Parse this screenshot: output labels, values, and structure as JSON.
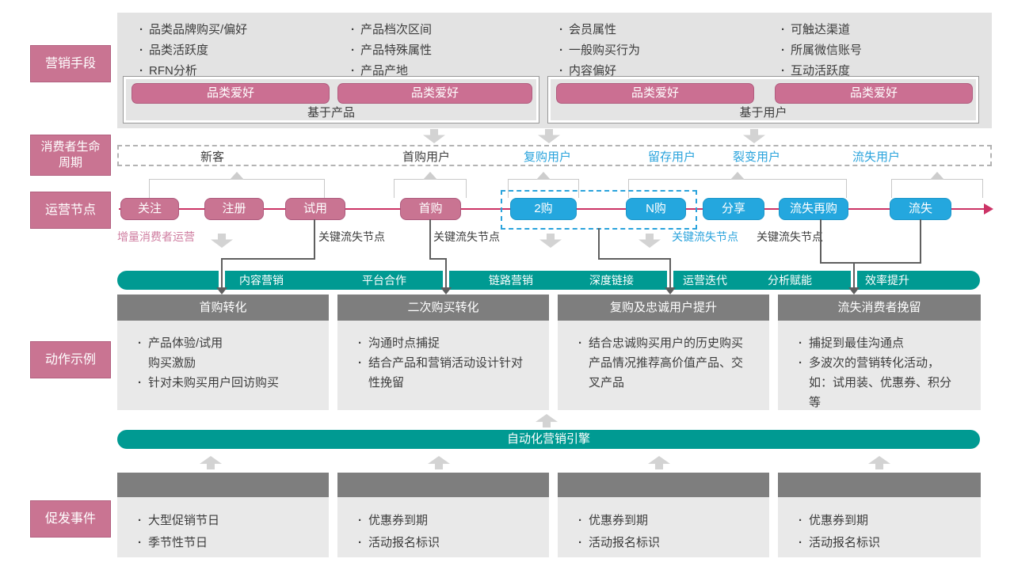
{
  "sidebar": {
    "marketing": "营销手段",
    "lifecycle": "消费者生命\n周期",
    "operation_nodes": "运营节点",
    "action_examples": "动作示例",
    "trigger_events": "促发事件"
  },
  "top": {
    "columns": [
      [
        "品类品牌购买/偏好",
        "品类活跃度",
        "RFN分析"
      ],
      [
        "产品档次区间",
        "产品特殊属性",
        "产品产地"
      ],
      [
        "会员属性",
        "一般购买行为",
        "内容偏好"
      ],
      [
        "可触达渠道",
        "所属微信账号",
        "互动活跃度"
      ]
    ],
    "groups": [
      {
        "pills": [
          "品类爱好",
          "品类爱好"
        ],
        "caption": "基于产品"
      },
      {
        "pills": [
          "品类爱好",
          "品类爱好"
        ],
        "caption": "基于用户"
      }
    ]
  },
  "lifecycle": {
    "stages": [
      "新客",
      "首购用户",
      "复购用户",
      "留存用户",
      "裂变用户",
      "流失用户"
    ]
  },
  "node_row": {
    "nodes": [
      "关注",
      "注册",
      "试用",
      "首购",
      "2购",
      "N购",
      "分享",
      "流失再购",
      "流失"
    ],
    "increment_label": "增量消费者运营",
    "key_loss": [
      "关键流失节点",
      "关键流失节点",
      "关键流失节点",
      "关键流失节点"
    ]
  },
  "strategy_bar": [
    "内容营销",
    "平台合作",
    "链路营销",
    "深度链接",
    "运营迭代",
    "分析赋能",
    "效率提升"
  ],
  "action_columns": [
    {
      "header": "首购转化",
      "bullets": [
        "产品体验/试用\n购买激励",
        "针对未购买用户回访购买"
      ]
    },
    {
      "header": "二次购买转化",
      "bullets": [
        "沟通时点捕捉",
        "结合产品和营销活动设计针对性挽留"
      ]
    },
    {
      "header": "复购及忠诚用户提升",
      "bullets": [
        "结合忠诚购买用户的历史购买产品情况推荐高价值产品、交叉产品"
      ]
    },
    {
      "header": "流失消费者挽留",
      "bullets": [
        "捕捉到最佳沟通点",
        "多波次的营销转化活动，如：试用装、优惠券、积分等"
      ]
    }
  ],
  "engine_bar": "自动化营销引擎",
  "trigger_columns": [
    {
      "bullets": [
        "大型促销节日",
        "季节性节日"
      ]
    },
    {
      "bullets": [
        "优惠券到期",
        "活动报名标识"
      ]
    },
    {
      "bullets": [
        "优惠券到期",
        "活动报名标识"
      ]
    },
    {
      "bullets": [
        "优惠券到期",
        "活动报名标识"
      ]
    }
  ],
  "colors": {
    "pink": "#c97492",
    "blue": "#24a7de",
    "teal": "#009a92",
    "crimson": "#cc3366",
    "header_gray": "#7e7e7e"
  }
}
